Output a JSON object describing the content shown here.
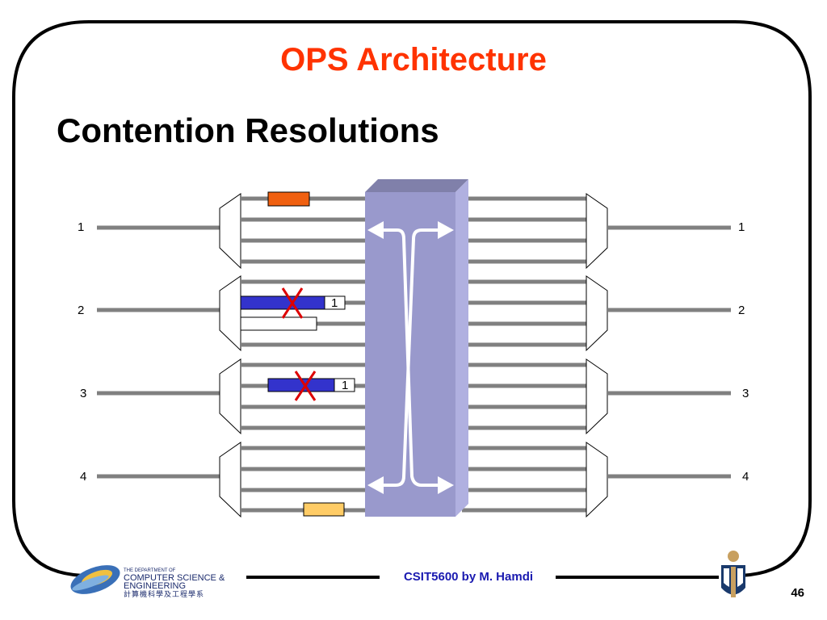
{
  "slide": {
    "title": "OPS Architecture",
    "subtitle": "Contention Resolutions",
    "footer": "CSIT5600 by M. Hamdi",
    "page_number": "46"
  },
  "ports": {
    "input_labels": [
      "1",
      "2",
      "3",
      "4"
    ],
    "output_labels": [
      "1",
      "2",
      "3",
      "4"
    ]
  },
  "packets": {
    "blocked_tag_1": "1",
    "blocked_tag_2": "1"
  },
  "logo": {
    "dept_line": "THE DEPARTMENT OF",
    "name_line1": "COMPUTER SCIENCE &",
    "name_line2": "ENGINEERING",
    "chinese_line": "計算機科學及工程學系"
  },
  "colors": {
    "title": "#ff3300",
    "switch_fabric": "#9999cc",
    "blocked_packet": "#3333cc",
    "contention_mark": "#dd0000",
    "packet_orange": "#f06010",
    "packet_yellow": "#ffcc66",
    "footer_text": "#1a1ab0"
  }
}
